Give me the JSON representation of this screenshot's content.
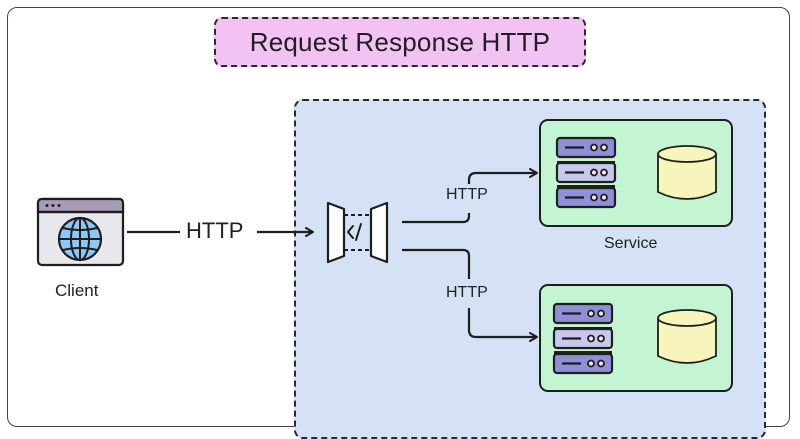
{
  "title": "Request Response HTTP",
  "client": {
    "label": "Client",
    "icon": "browser-globe-icon"
  },
  "edges": {
    "client_to_gateway": "HTTP",
    "gateway_to_service_top": "HTTP",
    "gateway_to_service_bottom": "HTTP"
  },
  "gateway": {
    "icon": "api-gateway-code-icon"
  },
  "services": [
    {
      "label": "Service",
      "server_icon": "server-rack-icon",
      "db_icon": "database-cylinder-icon"
    },
    {
      "label": "",
      "server_icon": "server-rack-icon",
      "db_icon": "database-cylinder-icon"
    }
  ],
  "colors": {
    "title_bg": "#f2c2f2",
    "group_bg": "#d5e2f5",
    "service_bg": "#c3f5d2",
    "server_purple": "#8f8fd8",
    "server_light": "#c8c8ee",
    "db_yellow": "#f7f4bc",
    "globe_blue": "#8fc6f2",
    "browser_bar": "#a89cb5"
  }
}
